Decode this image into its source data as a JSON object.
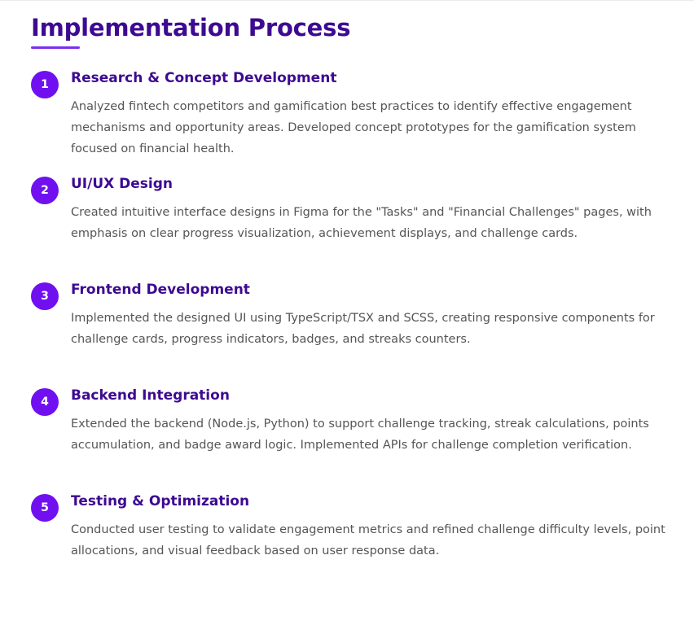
{
  "section": {
    "title": "Implementation Process"
  },
  "colors": {
    "title": "#3d0a91",
    "accent": "#7010f0",
    "underline": "#7b2ff0",
    "body_text": "#555555"
  },
  "steps": [
    {
      "number": "1",
      "title": "Research & Concept Development",
      "description": "Analyzed fintech competitors and gamification best practices to identify effective engagement mechanisms and opportunity areas. Developed concept prototypes for the gamification system focused on financial health."
    },
    {
      "number": "2",
      "title": "UI/UX Design",
      "description": "Created intuitive interface designs in Figma for the \"Tasks\" and \"Financial Challenges\" pages, with emphasis on clear progress visualization, achievement displays, and challenge cards."
    },
    {
      "number": "3",
      "title": "Frontend Development",
      "description": "Implemented the designed UI using TypeScript/TSX and SCSS, creating responsive components for challenge cards, progress indicators, badges, and streaks counters."
    },
    {
      "number": "4",
      "title": "Backend Integration",
      "description": "Extended the backend (Node.js, Python) to support challenge tracking, streak calculations, points accumulation, and badge award logic. Implemented APIs for challenge completion verification."
    },
    {
      "number": "5",
      "title": "Testing & Optimization",
      "description": "Conducted user testing to validate engagement metrics and refined challenge difficulty levels, point allocations, and visual feedback based on user response data."
    }
  ]
}
